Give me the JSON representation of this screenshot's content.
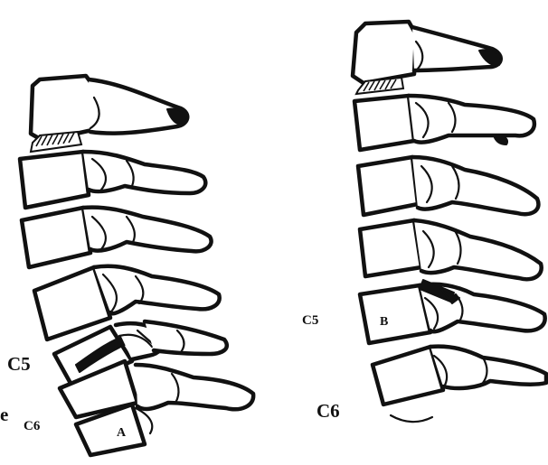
{
  "figure": {
    "labels": {
      "left_c5": "C5",
      "left_c6": "C6",
      "left_marker": "A",
      "right_c5": "C5",
      "right_c6": "C6",
      "right_marker": "B",
      "edge_fragment": "e"
    }
  }
}
